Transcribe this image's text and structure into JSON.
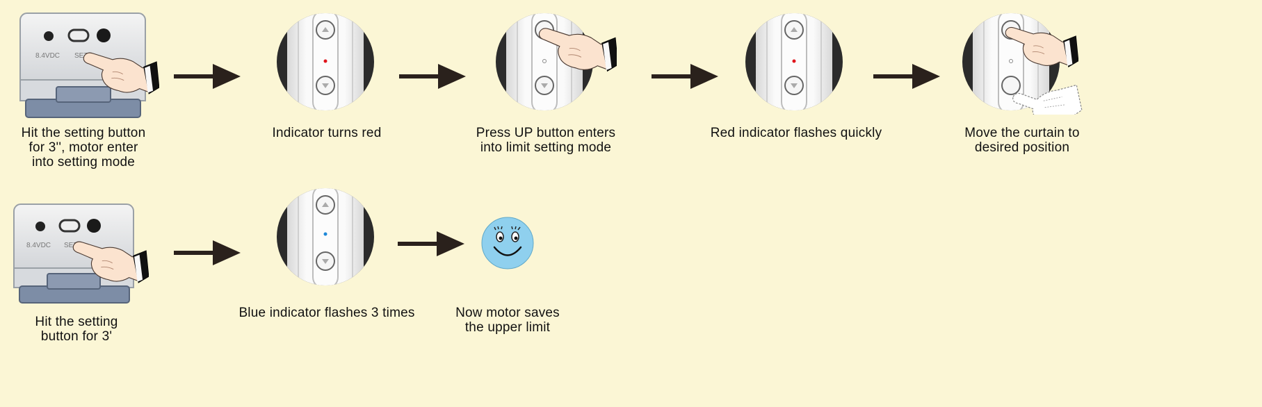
{
  "steps": [
    {
      "id": "1",
      "caption": "Hit the setting button\nfor 3'', motor enter\ninto setting mode",
      "device_labels": [
        "8.4VDC",
        "SET"
      ]
    },
    {
      "id": "2",
      "caption": "Indicator turns red",
      "indicator": "red"
    },
    {
      "id": "3",
      "caption": "Press UP button enters\ninto limit setting mode",
      "indicator": "off"
    },
    {
      "id": "4",
      "caption": "Red indicator flashes quickly",
      "indicator": "red"
    },
    {
      "id": "5",
      "caption": "Move the curtain to\ndesired position",
      "indicator": "off"
    },
    {
      "id": "6",
      "caption": "Hit the setting\nbutton for 3'",
      "device_labels": [
        "8.4VDC",
        "SET"
      ]
    },
    {
      "id": "7",
      "caption": "Blue indicator flashes 3 times",
      "indicator": "blue"
    },
    {
      "id": "8",
      "caption": "Now motor saves\nthe upper limit",
      "icon": "smiley-face-icon"
    }
  ],
  "colors": {
    "background": "#fbf6d5",
    "indicator_red": "#e0141b",
    "indicator_blue": "#1e88d8",
    "smiley": "#8fd0ee",
    "arrow": "#2a211c"
  }
}
